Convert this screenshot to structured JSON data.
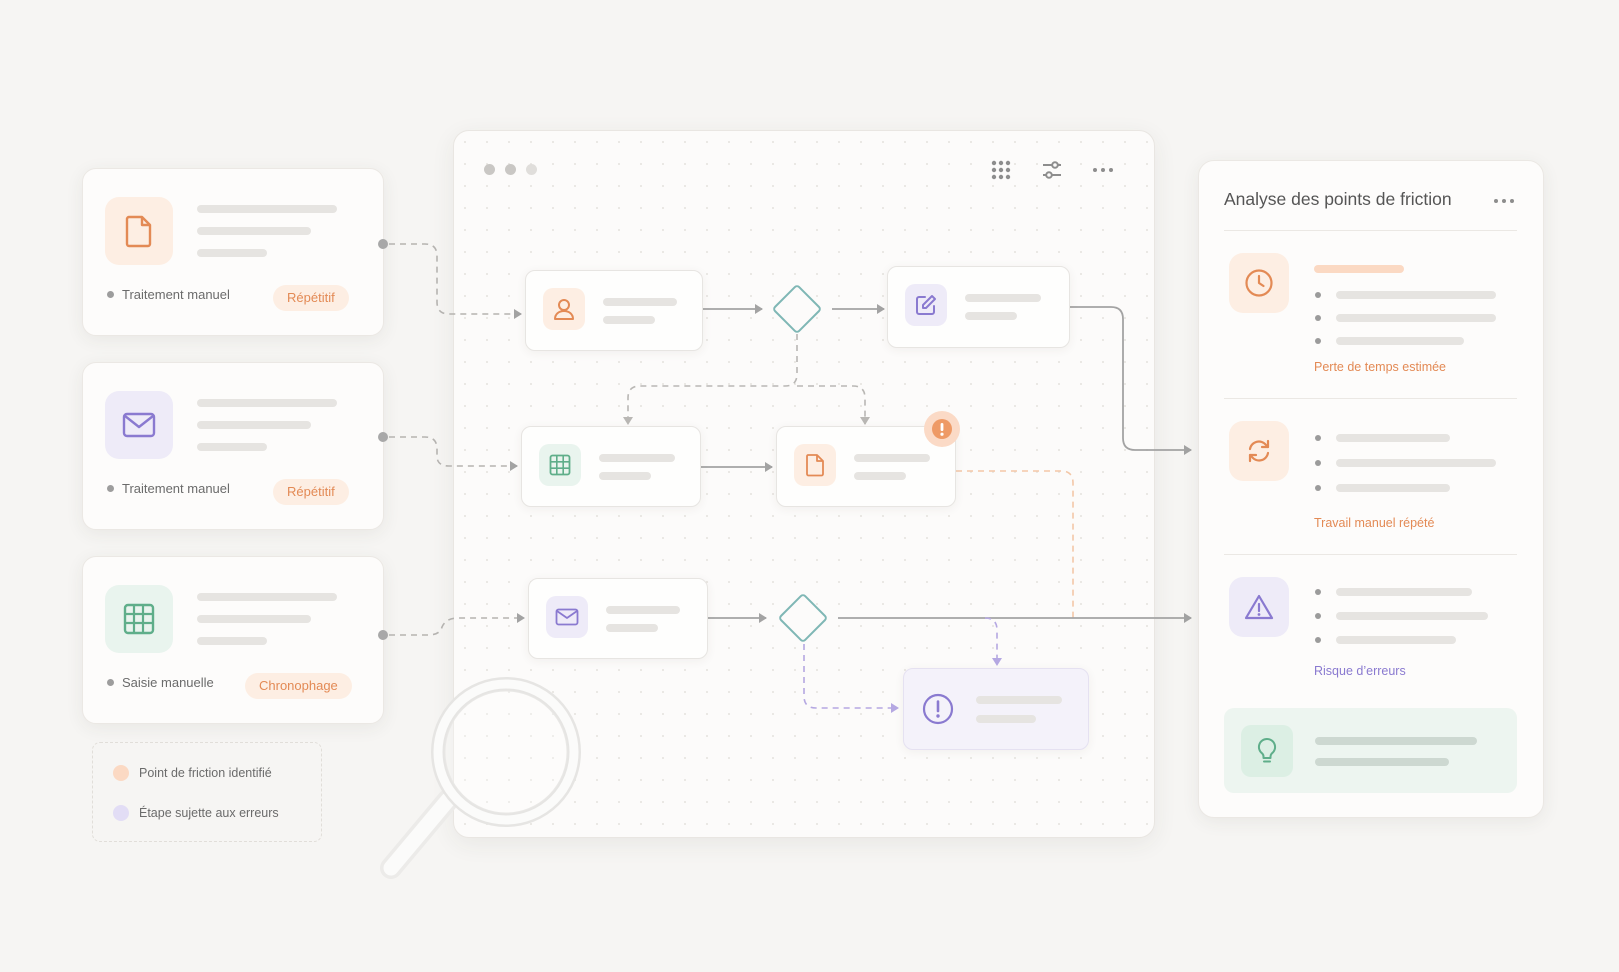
{
  "sources": [
    {
      "meta": "Traitement manuel",
      "tag": "Répétitif",
      "icon": "document-icon"
    },
    {
      "meta": "Traitement manuel",
      "tag": "Répétitif",
      "icon": "mail-icon"
    },
    {
      "meta": "Saisie manuelle",
      "tag": "Chronophage",
      "icon": "spreadsheet-icon"
    }
  ],
  "legend": {
    "friction": "Point de friction identifié",
    "error": "Étape sujette aux erreurs"
  },
  "panel": {
    "title": "Analyse des points de friction",
    "sections": [
      {
        "label": "Perte de temps estimée",
        "icon": "clock-icon"
      },
      {
        "label": "Travail manuel répété",
        "icon": "refresh-icon"
      },
      {
        "label": "Risque d’erreurs",
        "icon": "warning-icon"
      }
    ],
    "insight_icon": "lightbulb-icon"
  },
  "colors": {
    "orange": "#e38a55",
    "purple": "#8a7ad0",
    "green": "#5fae8a",
    "teal": "#7fb7b5"
  }
}
